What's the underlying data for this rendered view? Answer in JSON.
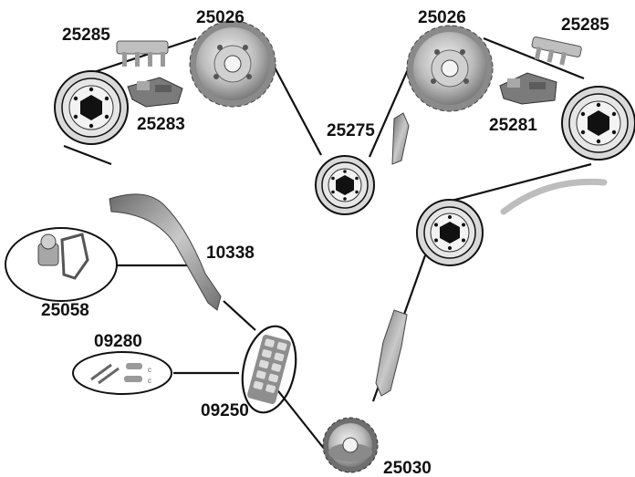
{
  "colors": {
    "chain_line": "#111111",
    "pulley_face": "#d9d9d9",
    "hub_dark": "#111111",
    "guide_gray": "#9a9a9a",
    "sprocket_metal": "#b5b5b5"
  },
  "labels": {
    "sprocket_left": "25026",
    "sprocket_right": "25026",
    "bracket_top_left": "25285",
    "bracket_top_right": "25285",
    "tensioner_left": "25283",
    "tensioner_right": "25281",
    "center_guide": "25275",
    "tensioner_rail": "10338",
    "tensioner_unit": "25058",
    "link_kit": "09280",
    "chain": "09250",
    "crank_sprocket": "25030"
  },
  "icons": [
    "sprocket-icon",
    "pulley-icon",
    "guide-rail-icon",
    "chain-icon",
    "tensioner-icon",
    "link-pins-icon"
  ]
}
